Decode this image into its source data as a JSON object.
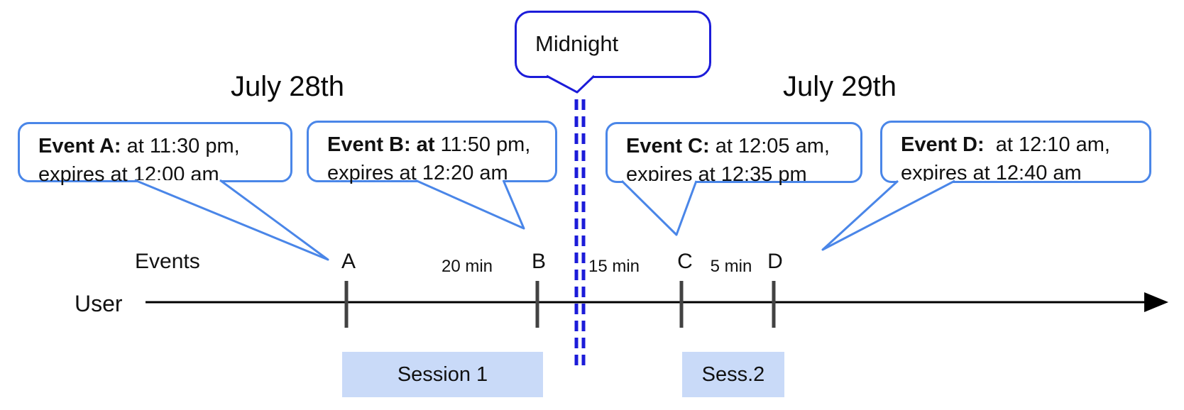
{
  "diagram": {
    "day_left": "July 28th",
    "day_right": "July 29th",
    "midnight": {
      "label": "Midnight"
    },
    "axis": {
      "events_label": "Events",
      "user_label": "User"
    },
    "callouts": [
      {
        "id": "A",
        "bold": "Event A:",
        "rest": " at 11:30 pm,",
        "line2": "expires at 12:00 am"
      },
      {
        "id": "B",
        "bold": "Event B: at",
        "rest": " 11:50 pm,",
        "line2": "expires at 12:20 am"
      },
      {
        "id": "C",
        "bold": "Event C:",
        "rest": " at 12:05 am,",
        "line2": "expires at 12:35 pm"
      },
      {
        "id": "D",
        "bold": "Event D:",
        "rest": "  at 12:10 am,",
        "line2": "expires at 12:40 am"
      }
    ],
    "ticks": [
      {
        "label": "A"
      },
      {
        "label": "B"
      },
      {
        "label": "C"
      },
      {
        "label": "D"
      }
    ],
    "gaps": [
      {
        "label": "20 min"
      },
      {
        "label": "15 min"
      },
      {
        "label": "5 min"
      }
    ],
    "sessions": [
      {
        "label": "Session 1"
      },
      {
        "label": "Sess.2"
      }
    ],
    "colors": {
      "callout_border": "#4a86e8",
      "midnight_blue": "#1c1cd9",
      "session_fill": "#c9daf8",
      "tick_color": "#424242",
      "timeline_color": "#000000"
    }
  }
}
